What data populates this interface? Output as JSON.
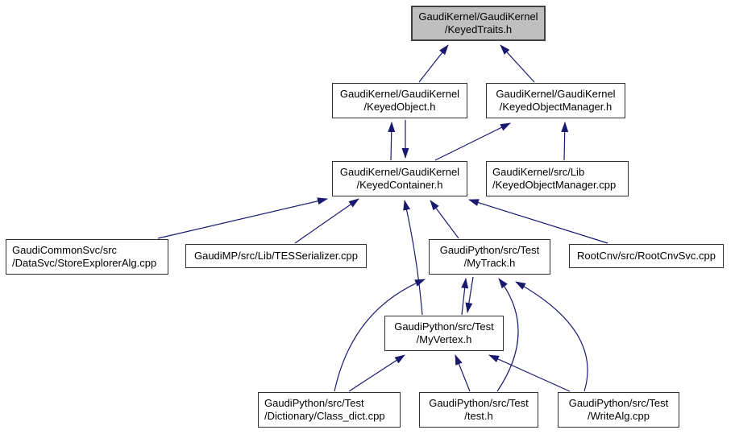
{
  "diagram": {
    "type": "include-dependency-graph",
    "background": "#ffffff",
    "colors": {
      "edge": "#191970",
      "node_fill": "#ffffff",
      "node_border": "#303030",
      "current_node_fill": "#bfbfbf"
    },
    "nodes": [
      {
        "id": "keyedtraits",
        "lines": [
          "GaudiKernel/GaudiKernel",
          "/KeyedTraits.h"
        ],
        "current": true
      },
      {
        "id": "keyedobject",
        "lines": [
          "GaudiKernel/GaudiKernel",
          "/KeyedObject.h"
        ],
        "current": false
      },
      {
        "id": "keyedobjmanager_h",
        "lines": [
          "GaudiKernel/GaudiKernel",
          "/KeyedObjectManager.h"
        ],
        "current": false
      },
      {
        "id": "keyedcontainer",
        "lines": [
          "GaudiKernel/GaudiKernel",
          "/KeyedContainer.h"
        ],
        "current": false
      },
      {
        "id": "keyedobjmanager_cpp",
        "lines": [
          "GaudiKernel/src/Lib",
          "/KeyedObjectManager.cpp"
        ],
        "current": false
      },
      {
        "id": "storeexplorer",
        "lines": [
          "GaudiCommonSvc/src",
          "/DataSvc/StoreExplorerAlg.cpp"
        ],
        "current": false
      },
      {
        "id": "tesserializer",
        "lines": [
          "GaudiMP/src/Lib/TESSerializer.cpp"
        ],
        "current": false
      },
      {
        "id": "mytrack",
        "lines": [
          "GaudiPython/src/Test",
          "/MyTrack.h"
        ],
        "current": false
      },
      {
        "id": "rootcnvsvc",
        "lines": [
          "RootCnv/src/RootCnvSvc.cpp"
        ],
        "current": false
      },
      {
        "id": "myvertex",
        "lines": [
          "GaudiPython/src/Test",
          "/MyVertex.h"
        ],
        "current": false
      },
      {
        "id": "classdict",
        "lines": [
          "GaudiPython/src/Test",
          "/Dictionary/Class_dict.cpp"
        ],
        "current": false
      },
      {
        "id": "testh",
        "lines": [
          "GaudiPython/src/Test",
          "/test.h"
        ],
        "current": false
      },
      {
        "id": "writealg",
        "lines": [
          "GaudiPython/src/Test",
          "/WriteAlg.cpp"
        ],
        "current": false
      }
    ],
    "edges": [
      {
        "from": "keyedobject",
        "to": "keyedtraits"
      },
      {
        "from": "keyedobjmanager_h",
        "to": "keyedtraits"
      },
      {
        "from": "keyedcontainer",
        "to": "keyedobject"
      },
      {
        "from": "keyedobject",
        "to": "keyedcontainer"
      },
      {
        "from": "keyedcontainer",
        "to": "keyedobjmanager_h"
      },
      {
        "from": "keyedobjmanager_cpp",
        "to": "keyedobjmanager_h"
      },
      {
        "from": "storeexplorer",
        "to": "keyedcontainer"
      },
      {
        "from": "tesserializer",
        "to": "keyedcontainer"
      },
      {
        "from": "myvertex",
        "to": "keyedcontainer"
      },
      {
        "from": "mytrack",
        "to": "keyedcontainer"
      },
      {
        "from": "rootcnvsvc",
        "to": "keyedcontainer"
      },
      {
        "from": "myvertex",
        "to": "mytrack"
      },
      {
        "from": "mytrack",
        "to": "myvertex"
      },
      {
        "from": "classdict",
        "to": "mytrack"
      },
      {
        "from": "testh",
        "to": "mytrack"
      },
      {
        "from": "writealg",
        "to": "mytrack"
      },
      {
        "from": "classdict",
        "to": "myvertex"
      },
      {
        "from": "testh",
        "to": "myvertex"
      },
      {
        "from": "writealg",
        "to": "myvertex"
      }
    ]
  }
}
